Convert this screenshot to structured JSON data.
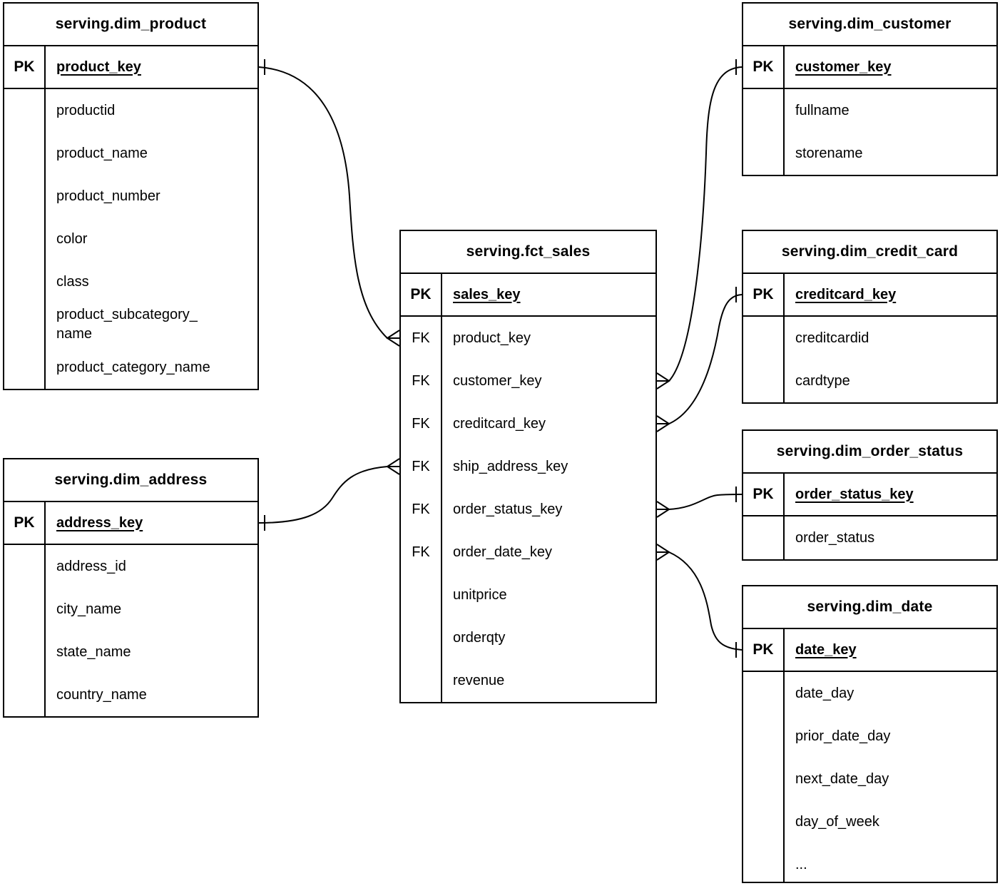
{
  "colors": {
    "background": "#ffffff",
    "line": "#000000",
    "text": "#000000"
  },
  "tables": {
    "dim_product": {
      "title": "serving.dim_product",
      "pk": {
        "badge": "PK",
        "name": "product_key"
      },
      "rows": [
        {
          "badge": "",
          "name": "productid"
        },
        {
          "badge": "",
          "name": "product_name"
        },
        {
          "badge": "",
          "name": "product_number"
        },
        {
          "badge": "",
          "name": "color"
        },
        {
          "badge": "",
          "name": "class"
        },
        {
          "badge": "",
          "name": "product_subcategory_name"
        },
        {
          "badge": "",
          "name": "product_category_name"
        }
      ]
    },
    "dim_address": {
      "title": "serving.dim_address",
      "pk": {
        "badge": "PK",
        "name": "address_key"
      },
      "rows": [
        {
          "badge": "",
          "name": "address_id"
        },
        {
          "badge": "",
          "name": "city_name"
        },
        {
          "badge": "",
          "name": "state_name"
        },
        {
          "badge": "",
          "name": "country_name"
        }
      ]
    },
    "fct_sales": {
      "title": "serving.fct_sales",
      "pk": {
        "badge": "PK",
        "name": "sales_key"
      },
      "rows": [
        {
          "badge": "FK",
          "name": "product_key"
        },
        {
          "badge": "FK",
          "name": "customer_key"
        },
        {
          "badge": "FK",
          "name": "creditcard_key"
        },
        {
          "badge": "FK",
          "name": "ship_address_key"
        },
        {
          "badge": "FK",
          "name": "order_status_key"
        },
        {
          "badge": "FK",
          "name": "order_date_key"
        },
        {
          "badge": "",
          "name": "unitprice"
        },
        {
          "badge": "",
          "name": "orderqty"
        },
        {
          "badge": "",
          "name": "revenue"
        }
      ]
    },
    "dim_customer": {
      "title": "serving.dim_customer",
      "pk": {
        "badge": "PK",
        "name": "customer_key"
      },
      "rows": [
        {
          "badge": "",
          "name": "fullname"
        },
        {
          "badge": "",
          "name": "storename"
        }
      ]
    },
    "dim_credit_card": {
      "title": "serving.dim_credit_card",
      "pk": {
        "badge": "PK",
        "name": "creditcard_key"
      },
      "rows": [
        {
          "badge": "",
          "name": "creditcardid"
        },
        {
          "badge": "",
          "name": "cardtype"
        }
      ]
    },
    "dim_order_status": {
      "title": "serving.dim_order_status",
      "pk": {
        "badge": "PK",
        "name": "order_status_key"
      },
      "rows": [
        {
          "badge": "",
          "name": "order_status"
        }
      ]
    },
    "dim_date": {
      "title": "serving.dim_date",
      "pk": {
        "badge": "PK",
        "name": "date_key"
      },
      "rows": [
        {
          "badge": "",
          "name": "date_day"
        },
        {
          "badge": "",
          "name": "prior_date_day"
        },
        {
          "badge": "",
          "name": "next_date_day"
        },
        {
          "badge": "",
          "name": "day_of_week"
        },
        {
          "badge": "",
          "name": "..."
        }
      ]
    }
  },
  "relationships": [
    {
      "many_side": "serving.fct_sales.product_key",
      "one_side": "serving.dim_product.product_key",
      "notation": "many-to-one crow-foot"
    },
    {
      "many_side": "serving.fct_sales.customer_key",
      "one_side": "serving.dim_customer.customer_key",
      "notation": "many-to-one crow-foot"
    },
    {
      "many_side": "serving.fct_sales.creditcard_key",
      "one_side": "serving.dim_credit_card.creditcard_key",
      "notation": "many-to-one crow-foot"
    },
    {
      "many_side": "serving.fct_sales.ship_address_key",
      "one_side": "serving.dim_address.address_key",
      "notation": "many-to-one crow-foot"
    },
    {
      "many_side": "serving.fct_sales.order_status_key",
      "one_side": "serving.dim_order_status.order_status_key",
      "notation": "many-to-one crow-foot"
    },
    {
      "many_side": "serving.fct_sales.order_date_key",
      "one_side": "serving.dim_date.date_key",
      "notation": "many-to-one crow-foot"
    }
  ]
}
